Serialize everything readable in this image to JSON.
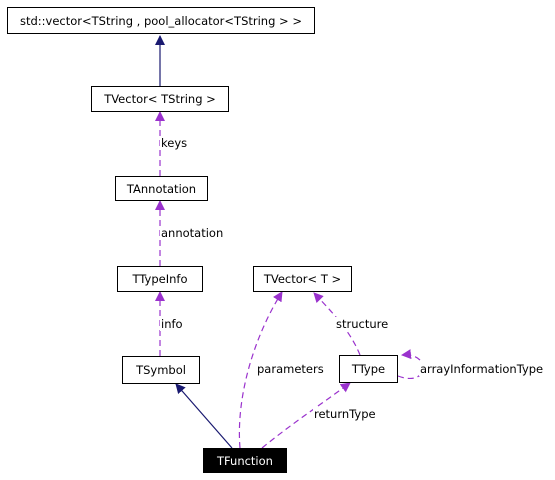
{
  "nodes": {
    "vector_std": "std::vector<TString , pool_allocator<TString > >",
    "tvector_tstring": "TVector< TString >",
    "tannotation": "TAnnotation",
    "ttypeinfo": "TTypeInfo",
    "tsymbol": "TSymbol",
    "tfunction": "TFunction",
    "tvector_t": "TVector< T >",
    "ttype": "TType"
  },
  "edges": {
    "keys": "keys",
    "annotation": "annotation",
    "info": "info",
    "parameters": "parameters",
    "structure": "structure",
    "returnType": "returnType",
    "arrayInformationType": "arrayInformationType"
  },
  "colors": {
    "inheritance": "#191970",
    "usage": "#9a32cd",
    "current_node_bg": "#000000"
  }
}
